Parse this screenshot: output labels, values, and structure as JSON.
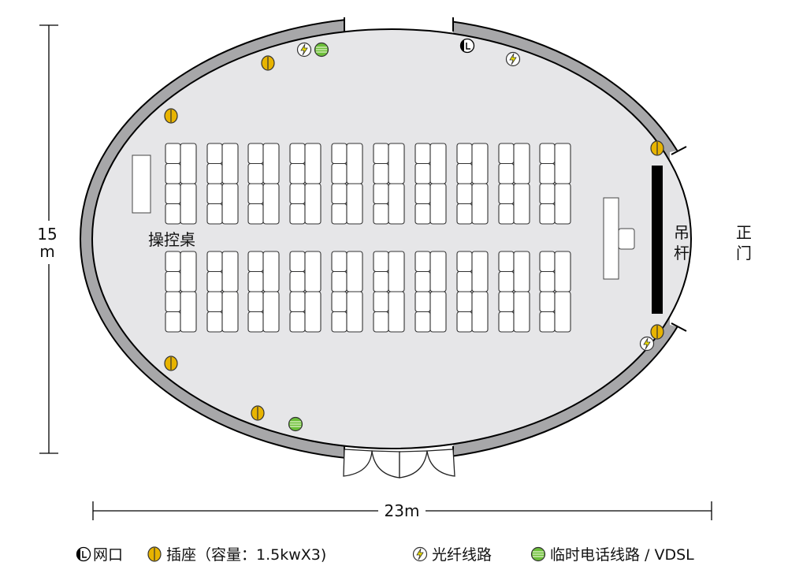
{
  "labels": {
    "control_desk": "操控桌",
    "hanging_rod": [
      "吊",
      "杆"
    ],
    "main_door": [
      "正",
      "门"
    ],
    "height_dim": [
      "15",
      "m"
    ],
    "width_dim": "23m"
  },
  "legend": [
    {
      "icon": "network-port-icon",
      "label": "网口"
    },
    {
      "icon": "power-outlet-icon",
      "label": "插座（容量：1.5kwX3)"
    },
    {
      "icon": "fiber-line-icon",
      "label": "光纤线路"
    },
    {
      "icon": "phone-line-icon",
      "label": "临时电话线路 / VDSL"
    }
  ],
  "colors": {
    "floor": "#e6e6e8",
    "wall": "#a7a7a9",
    "outlet": "#e8b400",
    "phone": "#6cbf3a",
    "fiber_bolt": "#f2e600"
  }
}
